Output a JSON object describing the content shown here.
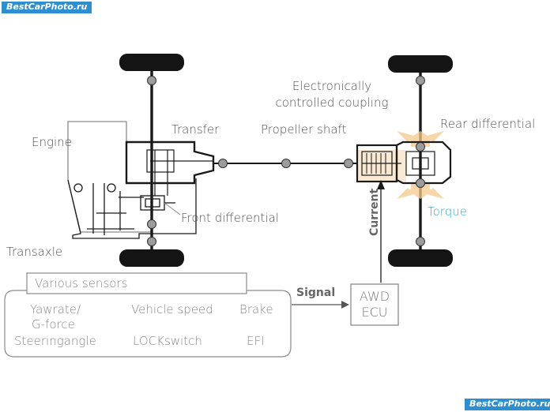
{
  "watermark": "BestCarPhoto.ru",
  "labels": {
    "engine": "Engine",
    "transaxle": "Transaxle",
    "transfer": "Transfer",
    "front_differential": "Front differential",
    "propeller_shaft": "Propeller shaft",
    "coupling_line1": "Electronically",
    "coupling_line2": "controlled coupling",
    "rear_differential": "Rear differential",
    "torque": "Torque",
    "current": "Current",
    "signal": "Signal",
    "ecu_line1": "AWD",
    "ecu_line2": "ECU"
  },
  "sensors": {
    "title": "Various sensors",
    "items": {
      "yawrate_line1": "Yawrate/",
      "yawrate_line2": "G-force",
      "vehicle_speed": "Vehicle speed",
      "brake": "Brake",
      "steering_angle": "Steeringangle",
      "lock_switch": "LOCKswitch",
      "efi": "EFI"
    }
  },
  "colors": {
    "line": "#1a1a1a",
    "outline_gray": "#8a8a8a",
    "torque": "#3aa7c9",
    "orange_highlight": "#f5c98a",
    "watermark_bg": "#2d8fd0"
  }
}
